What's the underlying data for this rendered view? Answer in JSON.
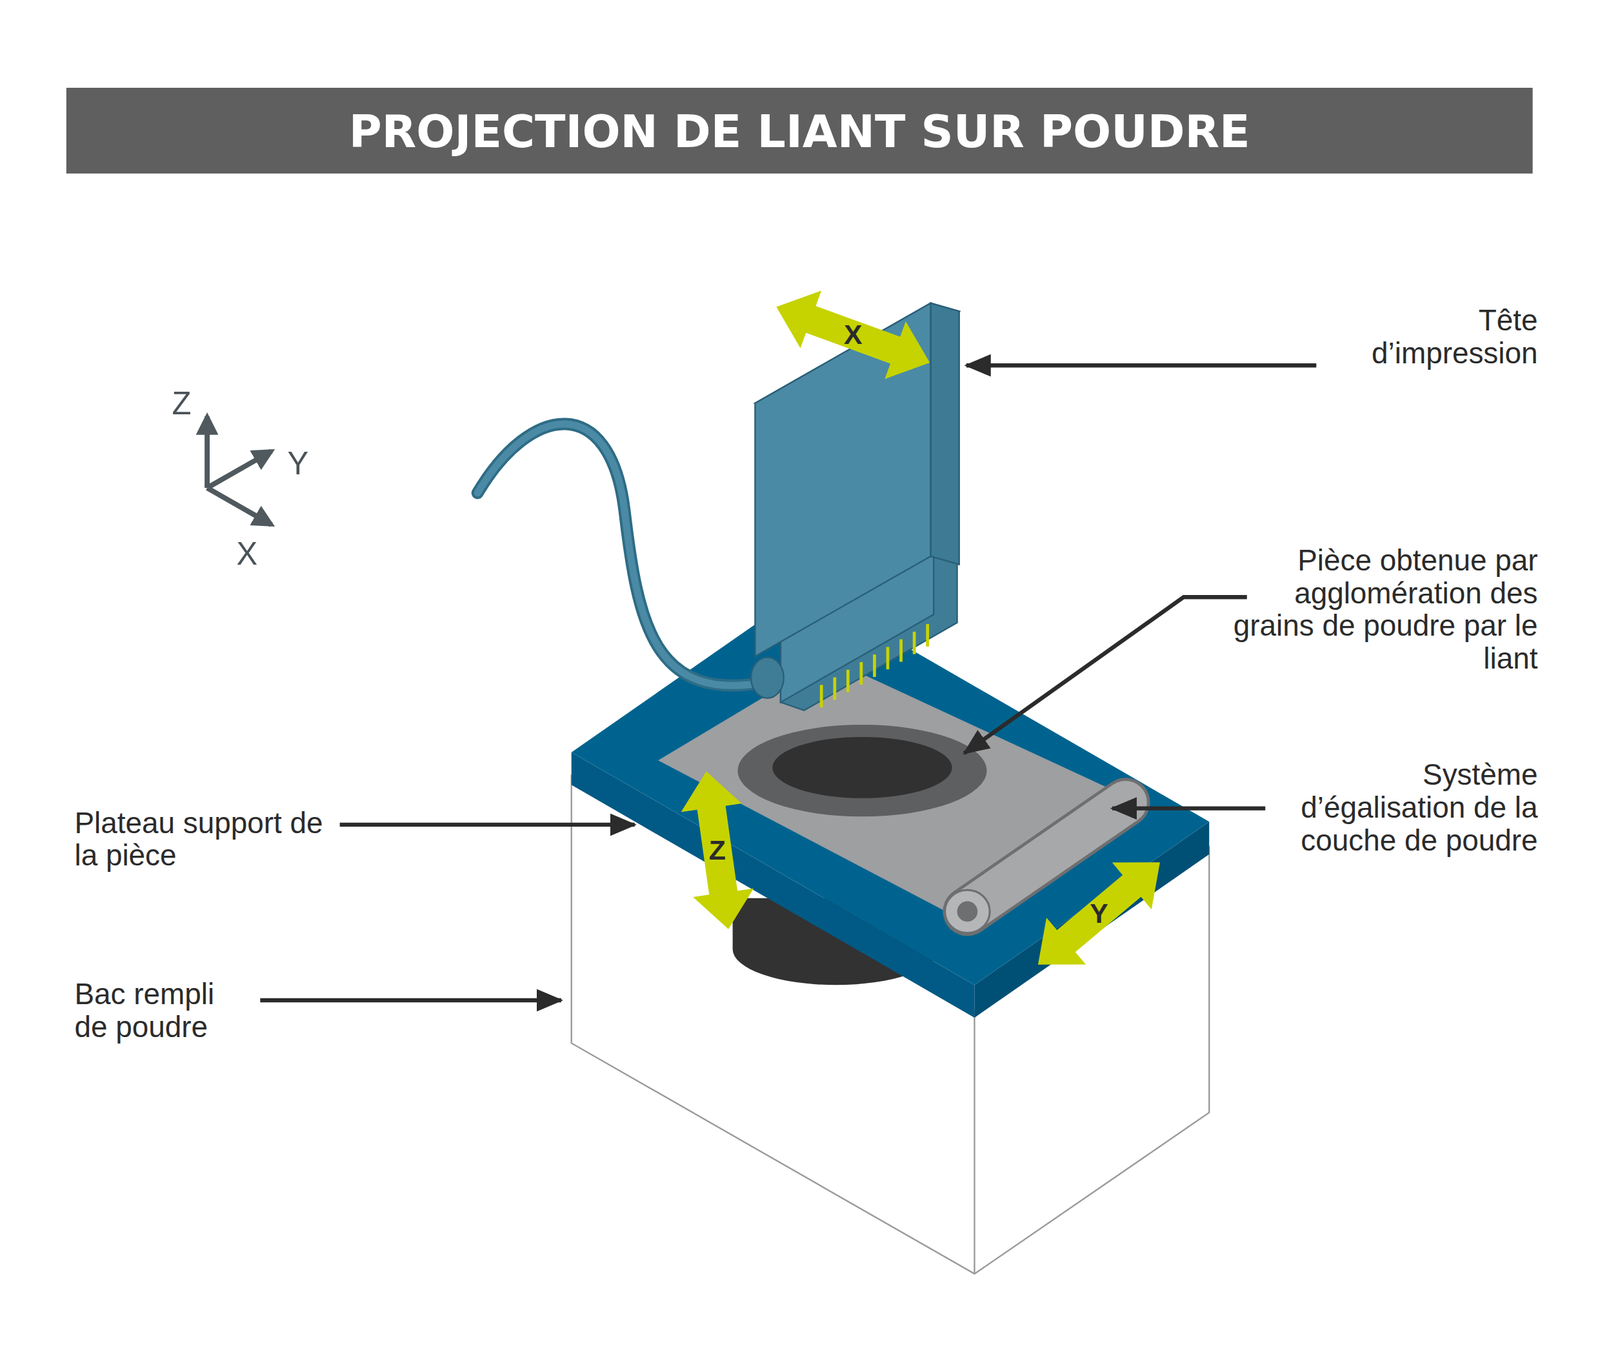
{
  "diagram": {
    "title": "PROJECTION DE LIANT SUR POUDRE",
    "labels": [
      "Tête d’impression",
      "Z",
      "Y",
      "X",
      "X",
      "Pièce obtenue par agglomération des grains de poudre par le liant",
      "Système d’égalisation de la couche de poudre",
      "Plateau support de la pièce",
      "Z",
      "Y",
      "Bac rempli de poudre"
    ]
  }
}
